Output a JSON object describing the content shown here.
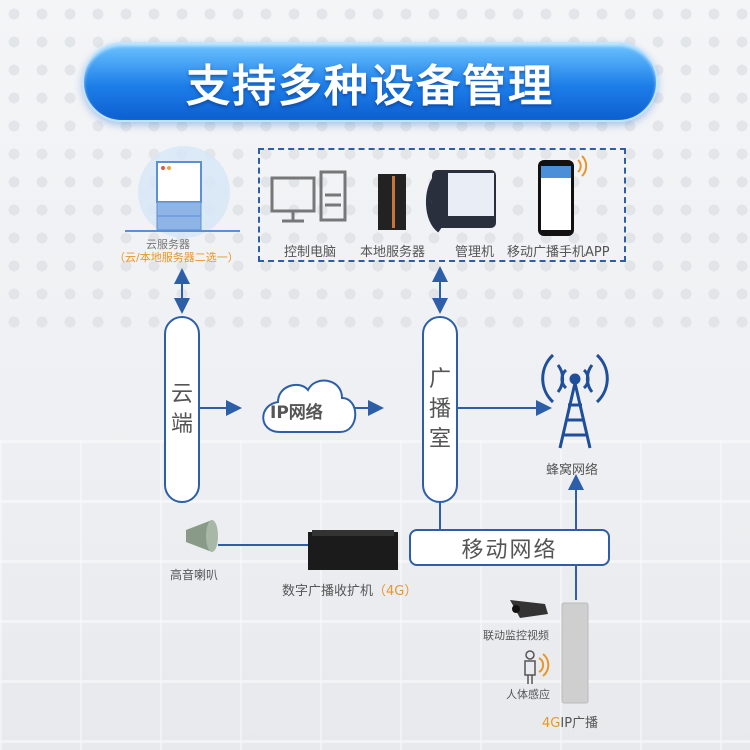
{
  "title": "支持多种设备管理",
  "cloud_server": {
    "label": "云服务器",
    "note": "（云/本地服务器二选一）"
  },
  "devices": [
    {
      "icon": "desktop-computer-icon",
      "label": "控制电脑"
    },
    {
      "icon": "server-tower-icon",
      "label": "本地服务器"
    },
    {
      "icon": "desk-phone-terminal-icon",
      "label": "管理机"
    },
    {
      "icon": "mobile-app-icon",
      "label": "移动广播手机APP"
    }
  ],
  "cloud_pill": [
    "云",
    "端"
  ],
  "ip_network": "IP网络",
  "studio_pill": [
    "广",
    "播",
    "室"
  ],
  "cellular": "蜂窝网络",
  "mobile_network": "移动网络",
  "horn": "高音喇叭",
  "amplifier": {
    "label": "数字广播收扩机",
    "suffix": "（4G）"
  },
  "camera": "联动监控视频",
  "sensor": "人体感应",
  "column_speaker": {
    "prefix": "4G",
    "label": "IP广播"
  },
  "colors": {
    "line": "#2d5fa8",
    "accent": "#e8962a",
    "banner": "#1d7ee8"
  }
}
